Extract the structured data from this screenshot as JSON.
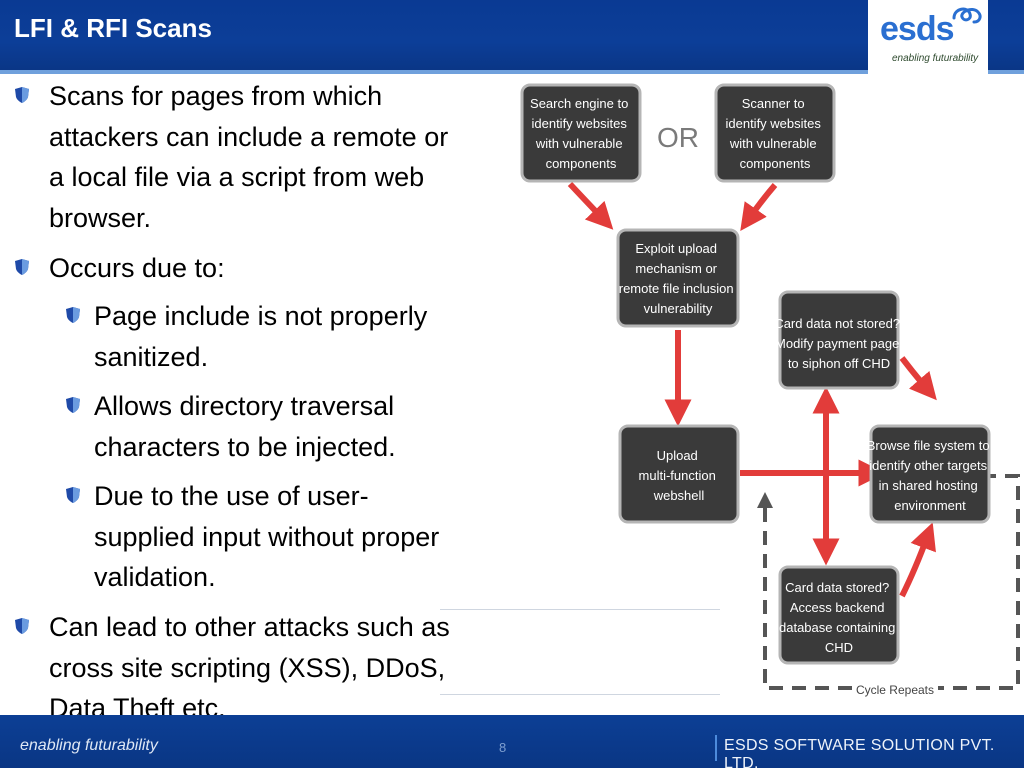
{
  "header": {
    "title": "LFI & RFI Scans"
  },
  "logo": {
    "word": "esds",
    "tagline": "enabling futurability"
  },
  "bullets": {
    "b1": [
      "Scans for pages from which",
      "attackers can include a remote or",
      "a local file via a script from web",
      "browser."
    ],
    "b2": [
      "Occurs due to:"
    ],
    "s1": [
      "Page include is not properly",
      "sanitized."
    ],
    "s2": [
      "Allows directory traversal",
      "characters to be injected."
    ],
    "s3": [
      "Due to the use of user-",
      "supplied input without proper",
      "validation."
    ],
    "b3": [
      "Can lead to other attacks such as",
      "cross site scripting (XSS), DDoS,",
      "Data Theft etc."
    ]
  },
  "diagram": {
    "search": [
      "Search engine to",
      "identify websites",
      "with vulnerable",
      "components"
    ],
    "scanner": [
      "Scanner to",
      "identify websites",
      "with vulnerable",
      "components"
    ],
    "or": "OR",
    "exploit": [
      "Exploit upload",
      "mechanism or",
      "remote file inclusion",
      "vulnerability"
    ],
    "upload": [
      "Upload",
      "multi-function",
      "webshell"
    ],
    "card_not": [
      "Card data not stored?",
      "Modify payment page",
      "to siphon off CHD"
    ],
    "browse": [
      "Browse file system to",
      "identify other targets",
      "in shared hosting",
      "environment"
    ],
    "card_yes": [
      "Card data stored?",
      "Access backend",
      "database containing",
      "CHD"
    ],
    "cycle": "Cycle Repeats"
  },
  "footer": {
    "tagline": "enabling futurability",
    "page": "8",
    "company": "ESDS SOFTWARE SOLUTION PVT. LTD."
  },
  "colors": {
    "header": "#0c3e98",
    "arrow": "#e23c3a",
    "node": "#3a3a3a",
    "accent": "#6fa0dc"
  }
}
